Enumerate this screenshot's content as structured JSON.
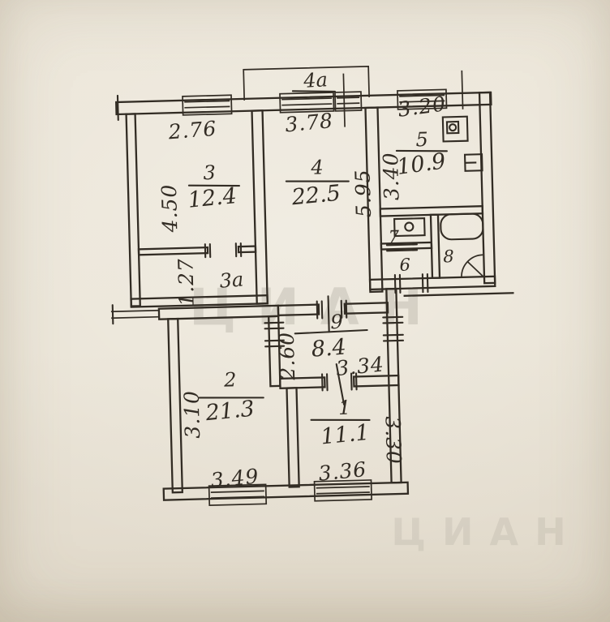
{
  "document": {
    "kind": "apartment floor plan (scanned, hand-drawn)",
    "paper_color": "#eae4d6",
    "ink_color": "#322c24",
    "watermark": "ЦИАН"
  },
  "rooms": {
    "r1": {
      "number": "1",
      "area": "11.1"
    },
    "r2": {
      "number": "2",
      "area": "21.3"
    },
    "r3": {
      "number": "3",
      "area": "12.4"
    },
    "r3a": {
      "number": "3a"
    },
    "r4": {
      "number": "4",
      "area": "22.5"
    },
    "r4a": {
      "number": "4a"
    },
    "r5": {
      "number": "5",
      "area": "10.9"
    },
    "r6": {
      "number": "6"
    },
    "r7": {
      "number": "7"
    },
    "r8": {
      "number": "8"
    },
    "r9": {
      "number": "9",
      "area": "8.4"
    }
  },
  "dimensions": {
    "room3_width": "2.76",
    "room4_width": "3.78",
    "room5_width": "3.20",
    "room3_height": "4.50",
    "room3a_height": "1.27",
    "room4_height": "5.95",
    "room5_height": "3.40",
    "hall_height": "2.60",
    "hall_width": "3.34",
    "room2_height": "3.10",
    "room2_width": "3.49",
    "room1_width": "3.36",
    "room1_height": "3.30"
  }
}
